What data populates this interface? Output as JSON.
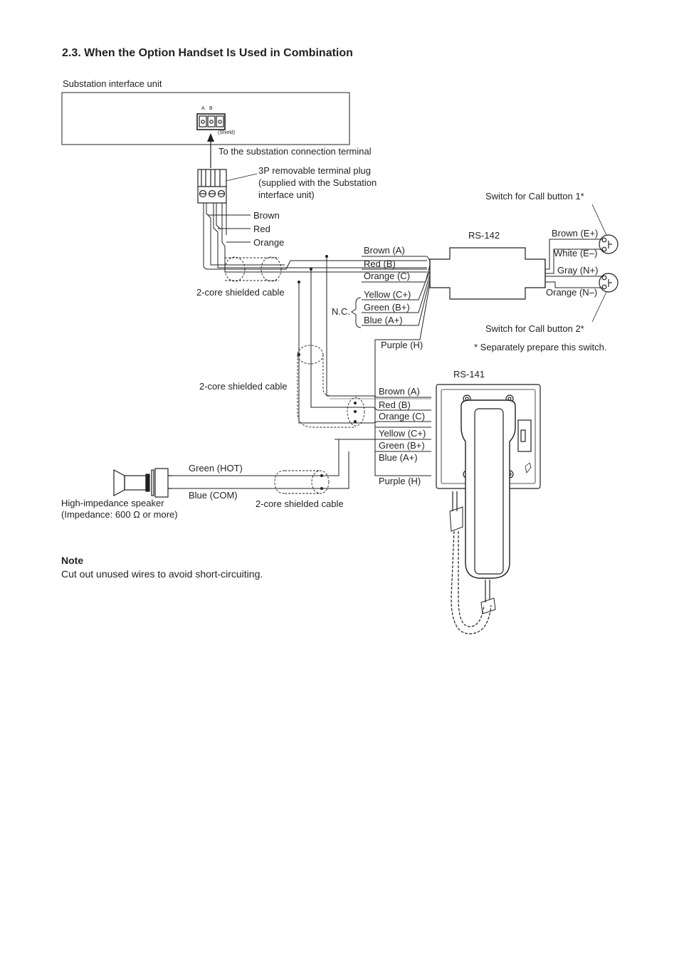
{
  "title": "2.3. When the Option Handset Is Used in Combination",
  "sub_unit": {
    "label": "Substation interface unit",
    "terminal_a": "A",
    "terminal_b": "B",
    "shield": "(Shield)",
    "to_terminal": "To the substation connection terminal"
  },
  "plug": {
    "line1": "3P removable terminal plug",
    "line2": "(supplied with the Substation",
    "line3": "interface unit)"
  },
  "plug_wires": [
    "Brown",
    "Red",
    "Orange"
  ],
  "cable_label": "2-core shielded cable",
  "rs142": {
    "name": "RS-142",
    "left_wires": [
      "Brown (A)",
      "Red (B)",
      "Orange (C)",
      "Yellow (C+)",
      "Green (B+)",
      "Blue (A+)",
      "Purple (H)"
    ],
    "nc": "N.C.",
    "right_wires": [
      "Brown (E+)",
      "White (E–)",
      "Gray (N+)",
      "Orange (N–)"
    ]
  },
  "switch1": "Switch for Call button 1*",
  "switch2": "Switch for Call button 2*",
  "switch_note": "* Separately prepare this switch.",
  "rs141": {
    "name": "RS-141",
    "wires": [
      "Brown (A)",
      "Red (B)",
      "Orange (C)",
      "Yellow (C+)",
      "Green (B+)",
      "Blue (A+)",
      "Purple (H)"
    ]
  },
  "speaker": {
    "hot": "Green (HOT)",
    "com": "Blue (COM)",
    "line1": "High-impedance speaker",
    "line2": "(Impedance: 600 Ω or more)"
  },
  "note": {
    "heading": "Note",
    "text": "Cut out unused wires to avoid short-circuiting."
  }
}
